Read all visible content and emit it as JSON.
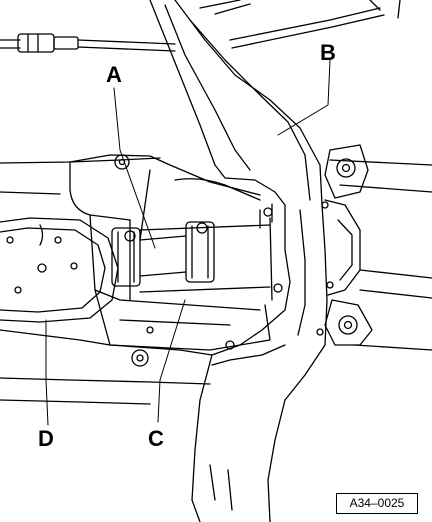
{
  "callouts": {
    "a": "A",
    "b": "B",
    "c": "C",
    "d": "D"
  },
  "reference_code": "A34–0025",
  "colors": {
    "line": "#000000",
    "background": "#ffffff"
  }
}
